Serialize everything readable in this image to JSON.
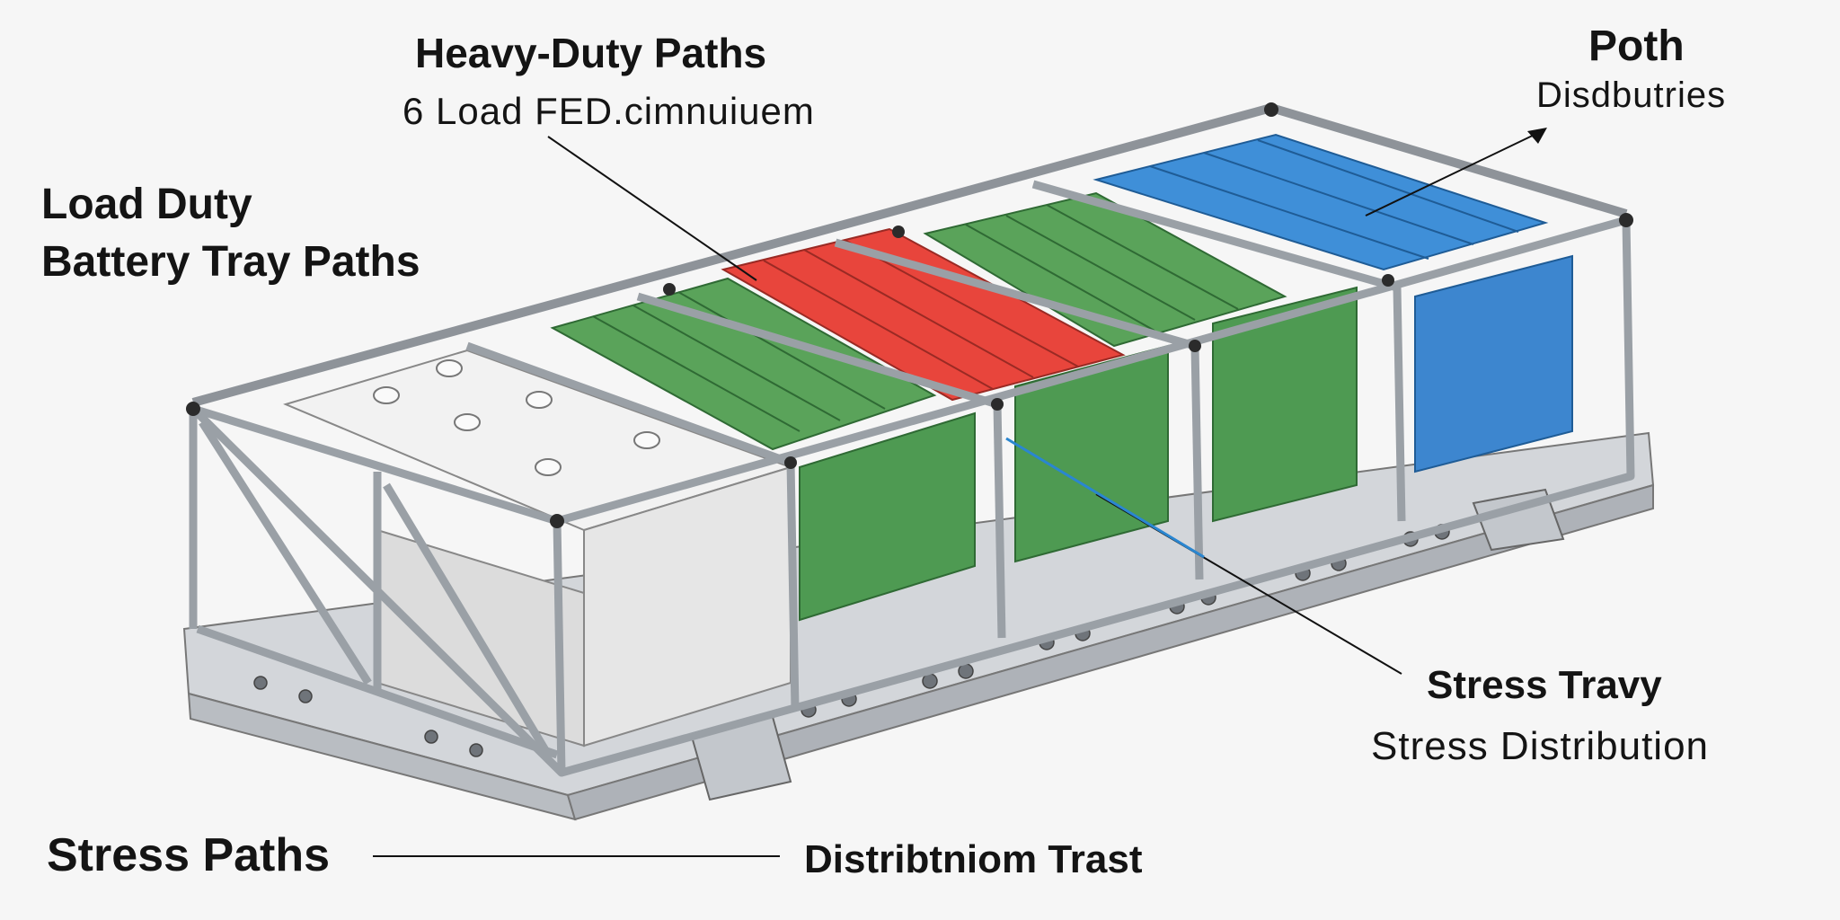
{
  "labels": {
    "heavy_duty_title": "Heavy-Duty Paths",
    "heavy_duty_sub": "6 Load FED.cimnuiuem",
    "load_duty_line1": "Load Duty",
    "load_duty_line2": "Battery Tray Paths",
    "poth_title": "Poth",
    "poth_sub": "Disdbutries",
    "stress_travy": "Stress Travy",
    "stress_distribution": "Stress Distribution",
    "stress_paths": "Stress Paths",
    "distribution_trast": "Distribtniom Trast"
  },
  "colors": {
    "background": "#f6f6f6",
    "frame": "#c9ccd0",
    "frame_dark": "#8e9399",
    "white_module": "#f2f2f2",
    "green_module": "#5aa35a",
    "green_module_side": "#4e9a52",
    "red_module": "#e8453c",
    "blue_module": "#3f8fd8",
    "blue_module_side": "#3d86cf",
    "callout_line": "#111111",
    "stress_line": "#2a86d0"
  }
}
